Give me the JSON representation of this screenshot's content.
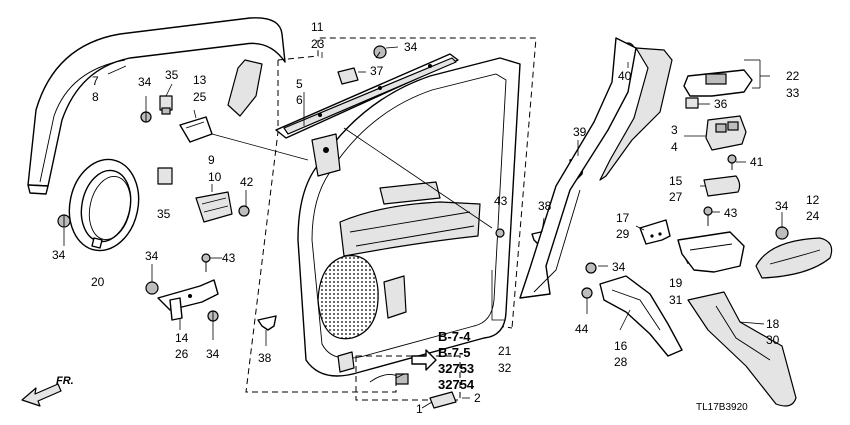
{
  "diagram": {
    "callouts": {
      "c7": "7",
      "c8": "8",
      "c34a": "34",
      "c35a": "35",
      "c13": "13",
      "c25": "25",
      "c11": "11",
      "c23": "23",
      "c34b": "34",
      "c37": "37",
      "c5": "5",
      "c6": "6",
      "c9": "9",
      "c10": "10",
      "c35b": "35",
      "c42": "42",
      "c34c": "34",
      "c20": "20",
      "c34d": "34",
      "c43a": "43",
      "c14": "14",
      "c26": "26",
      "c34e": "34",
      "c38a": "38",
      "c40": "40",
      "c39": "39",
      "c43b": "43",
      "c38b": "38",
      "c21": "21",
      "c32": "32",
      "c22": "22",
      "c33": "33",
      "c36": "36",
      "c3": "3",
      "c4": "4",
      "c41": "41",
      "c15": "15",
      "c27": "27",
      "c17": "17",
      "c29": "29",
      "c43c": "43",
      "c12": "12",
      "c24": "24",
      "c34f": "34",
      "c34g": "34",
      "c19": "19",
      "c31": "31",
      "c44": "44",
      "c16": "16",
      "c28": "28",
      "c18": "18",
      "c30": "30",
      "c1": "1",
      "c2": "2"
    },
    "references": [
      "B-7-4",
      "B-7-5",
      "32753",
      "32754"
    ],
    "direction_label": "FR.",
    "diagram_code": "TL17B3920"
  }
}
